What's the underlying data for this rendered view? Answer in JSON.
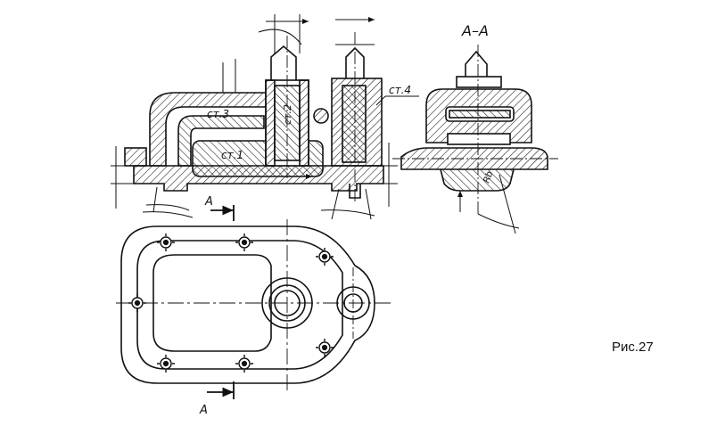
{
  "section_title": "A–A",
  "section_marks": [
    "A",
    "A"
  ],
  "labels": {
    "st1": "ст.1",
    "st2": "ст.2",
    "st3": "ст.3",
    "st4": "ст.4",
    "dim_side": "Rb"
  },
  "caption": "Рис.27",
  "colors": {
    "ink": "#111111",
    "paper": "#ffffff"
  }
}
